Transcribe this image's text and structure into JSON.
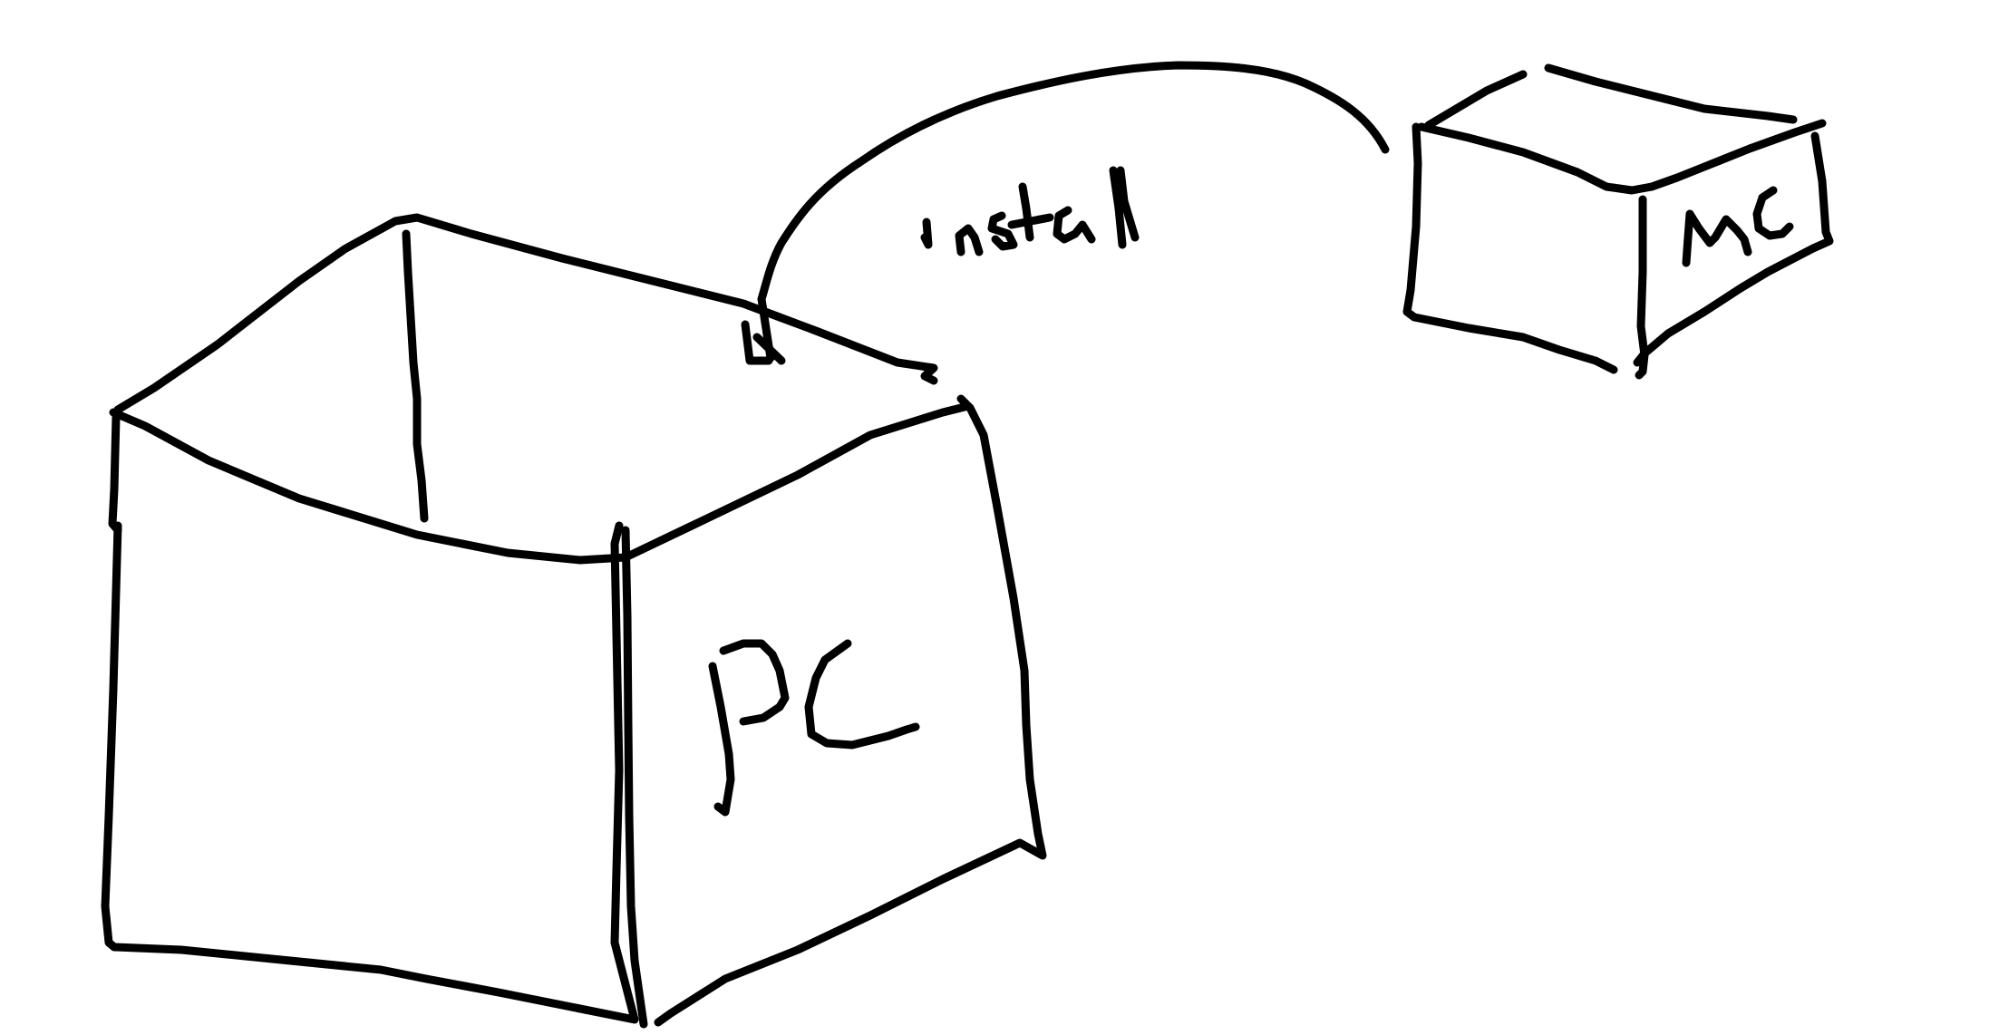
{
  "colors": {
    "ink": "#000000",
    "background": "#ffffff"
  },
  "diagram": {
    "nodes": [
      {
        "id": "pc",
        "label": "PC"
      },
      {
        "id": "mc",
        "label": "MC"
      }
    ],
    "edges": [
      {
        "from": "mc",
        "to": "pc",
        "label": "install",
        "arrow": "end"
      }
    ]
  }
}
